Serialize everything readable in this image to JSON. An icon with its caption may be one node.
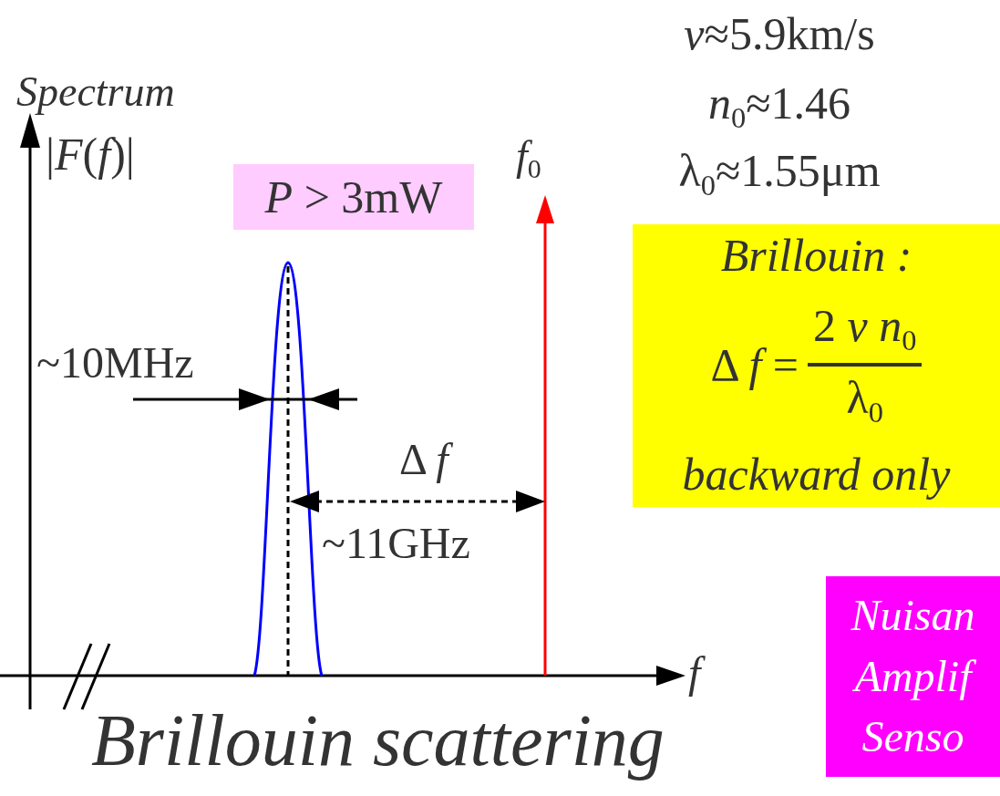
{
  "diagram": {
    "title": "Brillouin scattering",
    "nodes": [
      {
        "text": [
          "*P* > 3mW"
        ]
      },
      {
        "text": [
          "Brillouin :",
          "Δ *f* =",
          "2 *v* *n*$_{0}$",
          "λ$_{0}$",
          "backward only"
        ]
      },
      {
        "text": [
          "Nuisan",
          "Amplif",
          "Senso"
        ]
      }
    ],
    "labels": [
      "*v*≈5.9km/s",
      "Spectrum",
      "*n*$_{0}$≈1.46",
      "|*F*(*f*)|",
      "*f*$_{0}$",
      "λ$_{0}$≈1.55μm",
      "~10MHz",
      "Δ *f*",
      "~11GHz",
      "*f*"
    ]
  }
}
